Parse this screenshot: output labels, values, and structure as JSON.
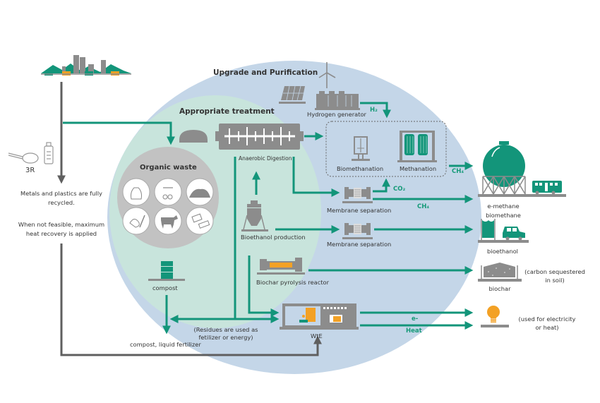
{
  "colors": {
    "green": "#13957a",
    "gray": "#8c8c8c",
    "dark_gray": "#5f5f5f",
    "outer_circle": "#c4d6e8",
    "inner_circle": "#c8e4dc",
    "organic_circle": "#c2c2c2",
    "orange": "#f3a125"
  },
  "regions": {
    "upgrade": "Upgrade and Purification",
    "treatment": "Appropriate treatment",
    "organic_waste": "Organic waste"
  },
  "left": {
    "three_r": "3R",
    "recycled_line1": "Metals and plastics are fully",
    "recycled_line2": "recycled.",
    "heat_line1": "When not feasible, maximum",
    "heat_line2": "heat recovery is applied"
  },
  "processes": {
    "hydrogen_generator": "Hydrogen generator",
    "anaerobic_digestion": "Anaerobic Digestion",
    "biomethanation": "Biomethanation",
    "methanation": "Methanation",
    "membrane_separation_1": "Membrane separation",
    "membrane_separation_2": "Membrane separation",
    "bioethanol_production": "Bioethanol production",
    "biochar_reactor": "Biochar pyrolysis reactor",
    "wte": "WtE",
    "compost": "compost"
  },
  "flows": {
    "h2": "H₂",
    "co2": "CO₂",
    "ch4_top": "CH₄",
    "ch4_mid": "CH₄",
    "electricity": "e-",
    "heat": "Heat"
  },
  "notes": {
    "residues_line1": "(Residues are used as",
    "residues_line2": "fetilizer or energy)",
    "compost_fertilizer": "compost, liquid fertilizer"
  },
  "outputs": {
    "methane_line1": "e-methane",
    "methane_line2": "biomethane",
    "bioethanol": "bioethanol",
    "biochar": "biochar",
    "biochar_note_line1": "(carbon sequestered",
    "biochar_note_line2": "in soil)",
    "energy_note_line1": "(used for electricity",
    "energy_note_line2": "or heat)"
  },
  "waste_icons": [
    "garbage-bag-icon",
    "food-scraps-icon",
    "sludge-icon",
    "vegetable-waste-icon",
    "livestock-icon",
    "wood-waste-icon"
  ]
}
